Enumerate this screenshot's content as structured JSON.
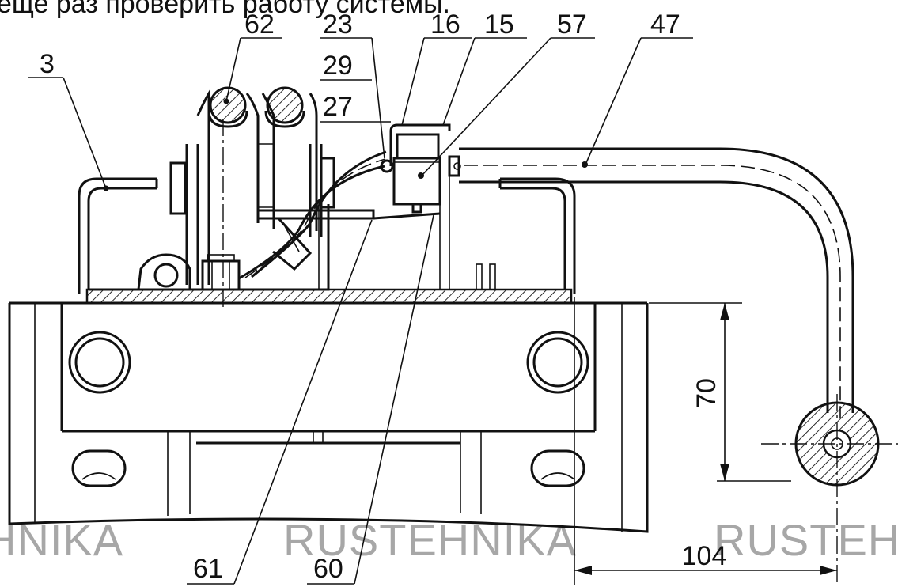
{
  "header_text": "еще раз проверить работу системы.",
  "callouts": [
    "62",
    "23",
    "16",
    "15",
    "57",
    "47",
    "3",
    "29",
    "27",
    "61",
    "60"
  ],
  "dimensions": {
    "height": "70",
    "width": "104"
  },
  "watermarks": [
    "HNIKA",
    "RUSTEHNIKA",
    "RUSTEH"
  ]
}
